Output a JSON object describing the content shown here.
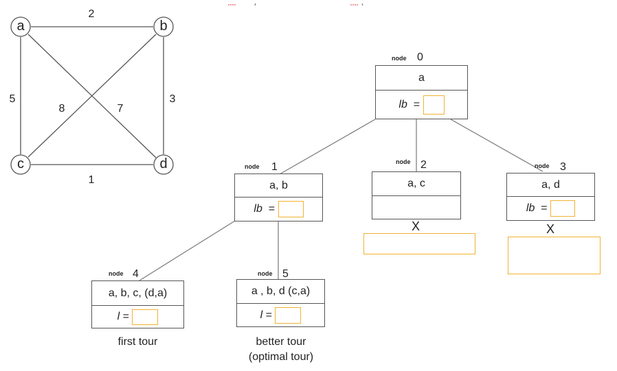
{
  "graph": {
    "vertices": [
      {
        "id": "a",
        "label": "a"
      },
      {
        "id": "b",
        "label": "b"
      },
      {
        "id": "c",
        "label": "c"
      },
      {
        "id": "d",
        "label": "d"
      }
    ],
    "edges": [
      {
        "from": "a",
        "to": "b",
        "weight": "2"
      },
      {
        "from": "a",
        "to": "c",
        "weight": "5"
      },
      {
        "from": "c",
        "to": "b",
        "weight": "8"
      },
      {
        "from": "a",
        "to": "d",
        "weight": "7"
      },
      {
        "from": "b",
        "to": "d",
        "weight": "3"
      },
      {
        "from": "c",
        "to": "d",
        "weight": "1"
      }
    ]
  },
  "tree": {
    "node_word": "node",
    "lb_label": "lb",
    "l_label": "l",
    "eq": "=",
    "prune_mark": "X",
    "nodes": [
      {
        "num": "0",
        "path": "a"
      },
      {
        "num": "1",
        "path": "a, b"
      },
      {
        "num": "2",
        "path": "a, c"
      },
      {
        "num": "3",
        "path": "a, d"
      },
      {
        "num": "4",
        "path": "a, b, c,  (d,a)"
      },
      {
        "num": "5",
        "path": "a , b, d  (c,a)"
      }
    ],
    "captions": {
      "first_tour": "first tour",
      "better_tour": "better tour",
      "optimal_tour": "(optimal  tour)"
    }
  },
  "colors": {
    "answer_box": "#f0b232",
    "line": "#555555"
  }
}
